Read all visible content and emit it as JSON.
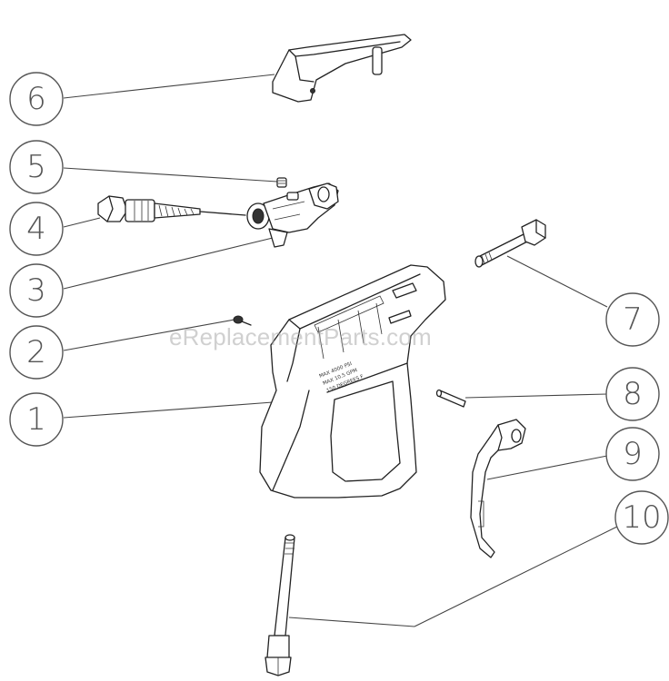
{
  "callouts": [
    {
      "id": "1",
      "label": "1"
    },
    {
      "id": "2",
      "label": "2"
    },
    {
      "id": "3",
      "label": "3"
    },
    {
      "id": "4",
      "label": "4"
    },
    {
      "id": "5",
      "label": "5"
    },
    {
      "id": "6",
      "label": "6"
    },
    {
      "id": "7",
      "label": "7"
    },
    {
      "id": "8",
      "label": "8"
    },
    {
      "id": "9",
      "label": "9"
    },
    {
      "id": "10",
      "label": "10"
    }
  ],
  "watermark": "eReplacementParts.com",
  "gun_text": {
    "line1": "MAX 4000 PSI",
    "line2": "MAX 10.5 GPM",
    "line3": "150 DEGREES F"
  }
}
